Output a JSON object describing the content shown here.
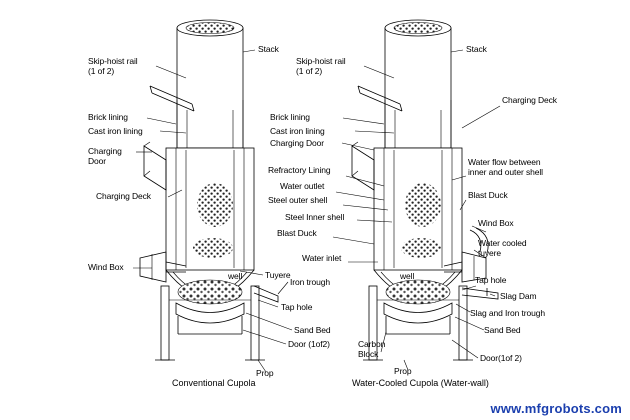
{
  "figure": {
    "title_left": "Conventional Cupola",
    "title_right": "Water-Cooled Cupola (Water-wall)",
    "watermark": "www.mfgrobots.com"
  },
  "left_diagram": {
    "labels": [
      {
        "id": "skip-hoist-rail",
        "text": "Skip-hoist rail\n(1 of 2)"
      },
      {
        "id": "stack",
        "text": "Stack"
      },
      {
        "id": "brick-lining",
        "text": "Brick lining"
      },
      {
        "id": "cast-iron-lining",
        "text": "Cast iron lining"
      },
      {
        "id": "charging-door",
        "text": "Charging\nDoor"
      },
      {
        "id": "charging-deck",
        "text": "Charging Deck"
      },
      {
        "id": "wind-box",
        "text": "Wind Box"
      },
      {
        "id": "well",
        "text": "well"
      },
      {
        "id": "tuyere",
        "text": "Tuyere"
      },
      {
        "id": "iron-trough",
        "text": "Iron trough"
      },
      {
        "id": "tap-hole",
        "text": "Tap hole"
      },
      {
        "id": "sand-bed",
        "text": "Sand Bed"
      },
      {
        "id": "door",
        "text": "Door (1of2)"
      },
      {
        "id": "prop",
        "text": "Prop"
      }
    ]
  },
  "right_diagram": {
    "labels": [
      {
        "id": "skip-hoist-rail",
        "text": "Skip-hoist rail\n(1 of 2)"
      },
      {
        "id": "stack",
        "text": "Stack"
      },
      {
        "id": "charging-deck",
        "text": "Charging Deck"
      },
      {
        "id": "brick-lining",
        "text": "Brick lining"
      },
      {
        "id": "cast-iron-lining",
        "text": "Cast iron lining"
      },
      {
        "id": "charging-door",
        "text": "Charging Door"
      },
      {
        "id": "refractory-lining",
        "text": "Refractory Lining"
      },
      {
        "id": "water-outlet",
        "text": "Water outlet"
      },
      {
        "id": "steel-outer-shell",
        "text": "Steel outer shell"
      },
      {
        "id": "steel-inner-shell",
        "text": "Steel Inner shell"
      },
      {
        "id": "blast-duct-left",
        "text": "Blast Duck"
      },
      {
        "id": "water-inlet",
        "text": "Water inlet"
      },
      {
        "id": "water-flow",
        "text": "Water flow between\ninner and outer shell"
      },
      {
        "id": "blast-duct-right",
        "text": "Blast Duck"
      },
      {
        "id": "wind-box",
        "text": "Wind Box"
      },
      {
        "id": "water-cooled-tuyere",
        "text": "Water cooled\ntuyere"
      },
      {
        "id": "tap-hole",
        "text": "Tap hole"
      },
      {
        "id": "slag-dam",
        "text": "Slag Dam"
      },
      {
        "id": "slag-and-iron-trough",
        "text": "Slag and Iron trough"
      },
      {
        "id": "sand-bed",
        "text": "Sand Bed"
      },
      {
        "id": "well",
        "text": "well"
      },
      {
        "id": "carbon-block",
        "text": "Carbon\nBlock"
      },
      {
        "id": "door",
        "text": "Door(1of 2)"
      },
      {
        "id": "prop",
        "text": "Prop"
      }
    ]
  }
}
